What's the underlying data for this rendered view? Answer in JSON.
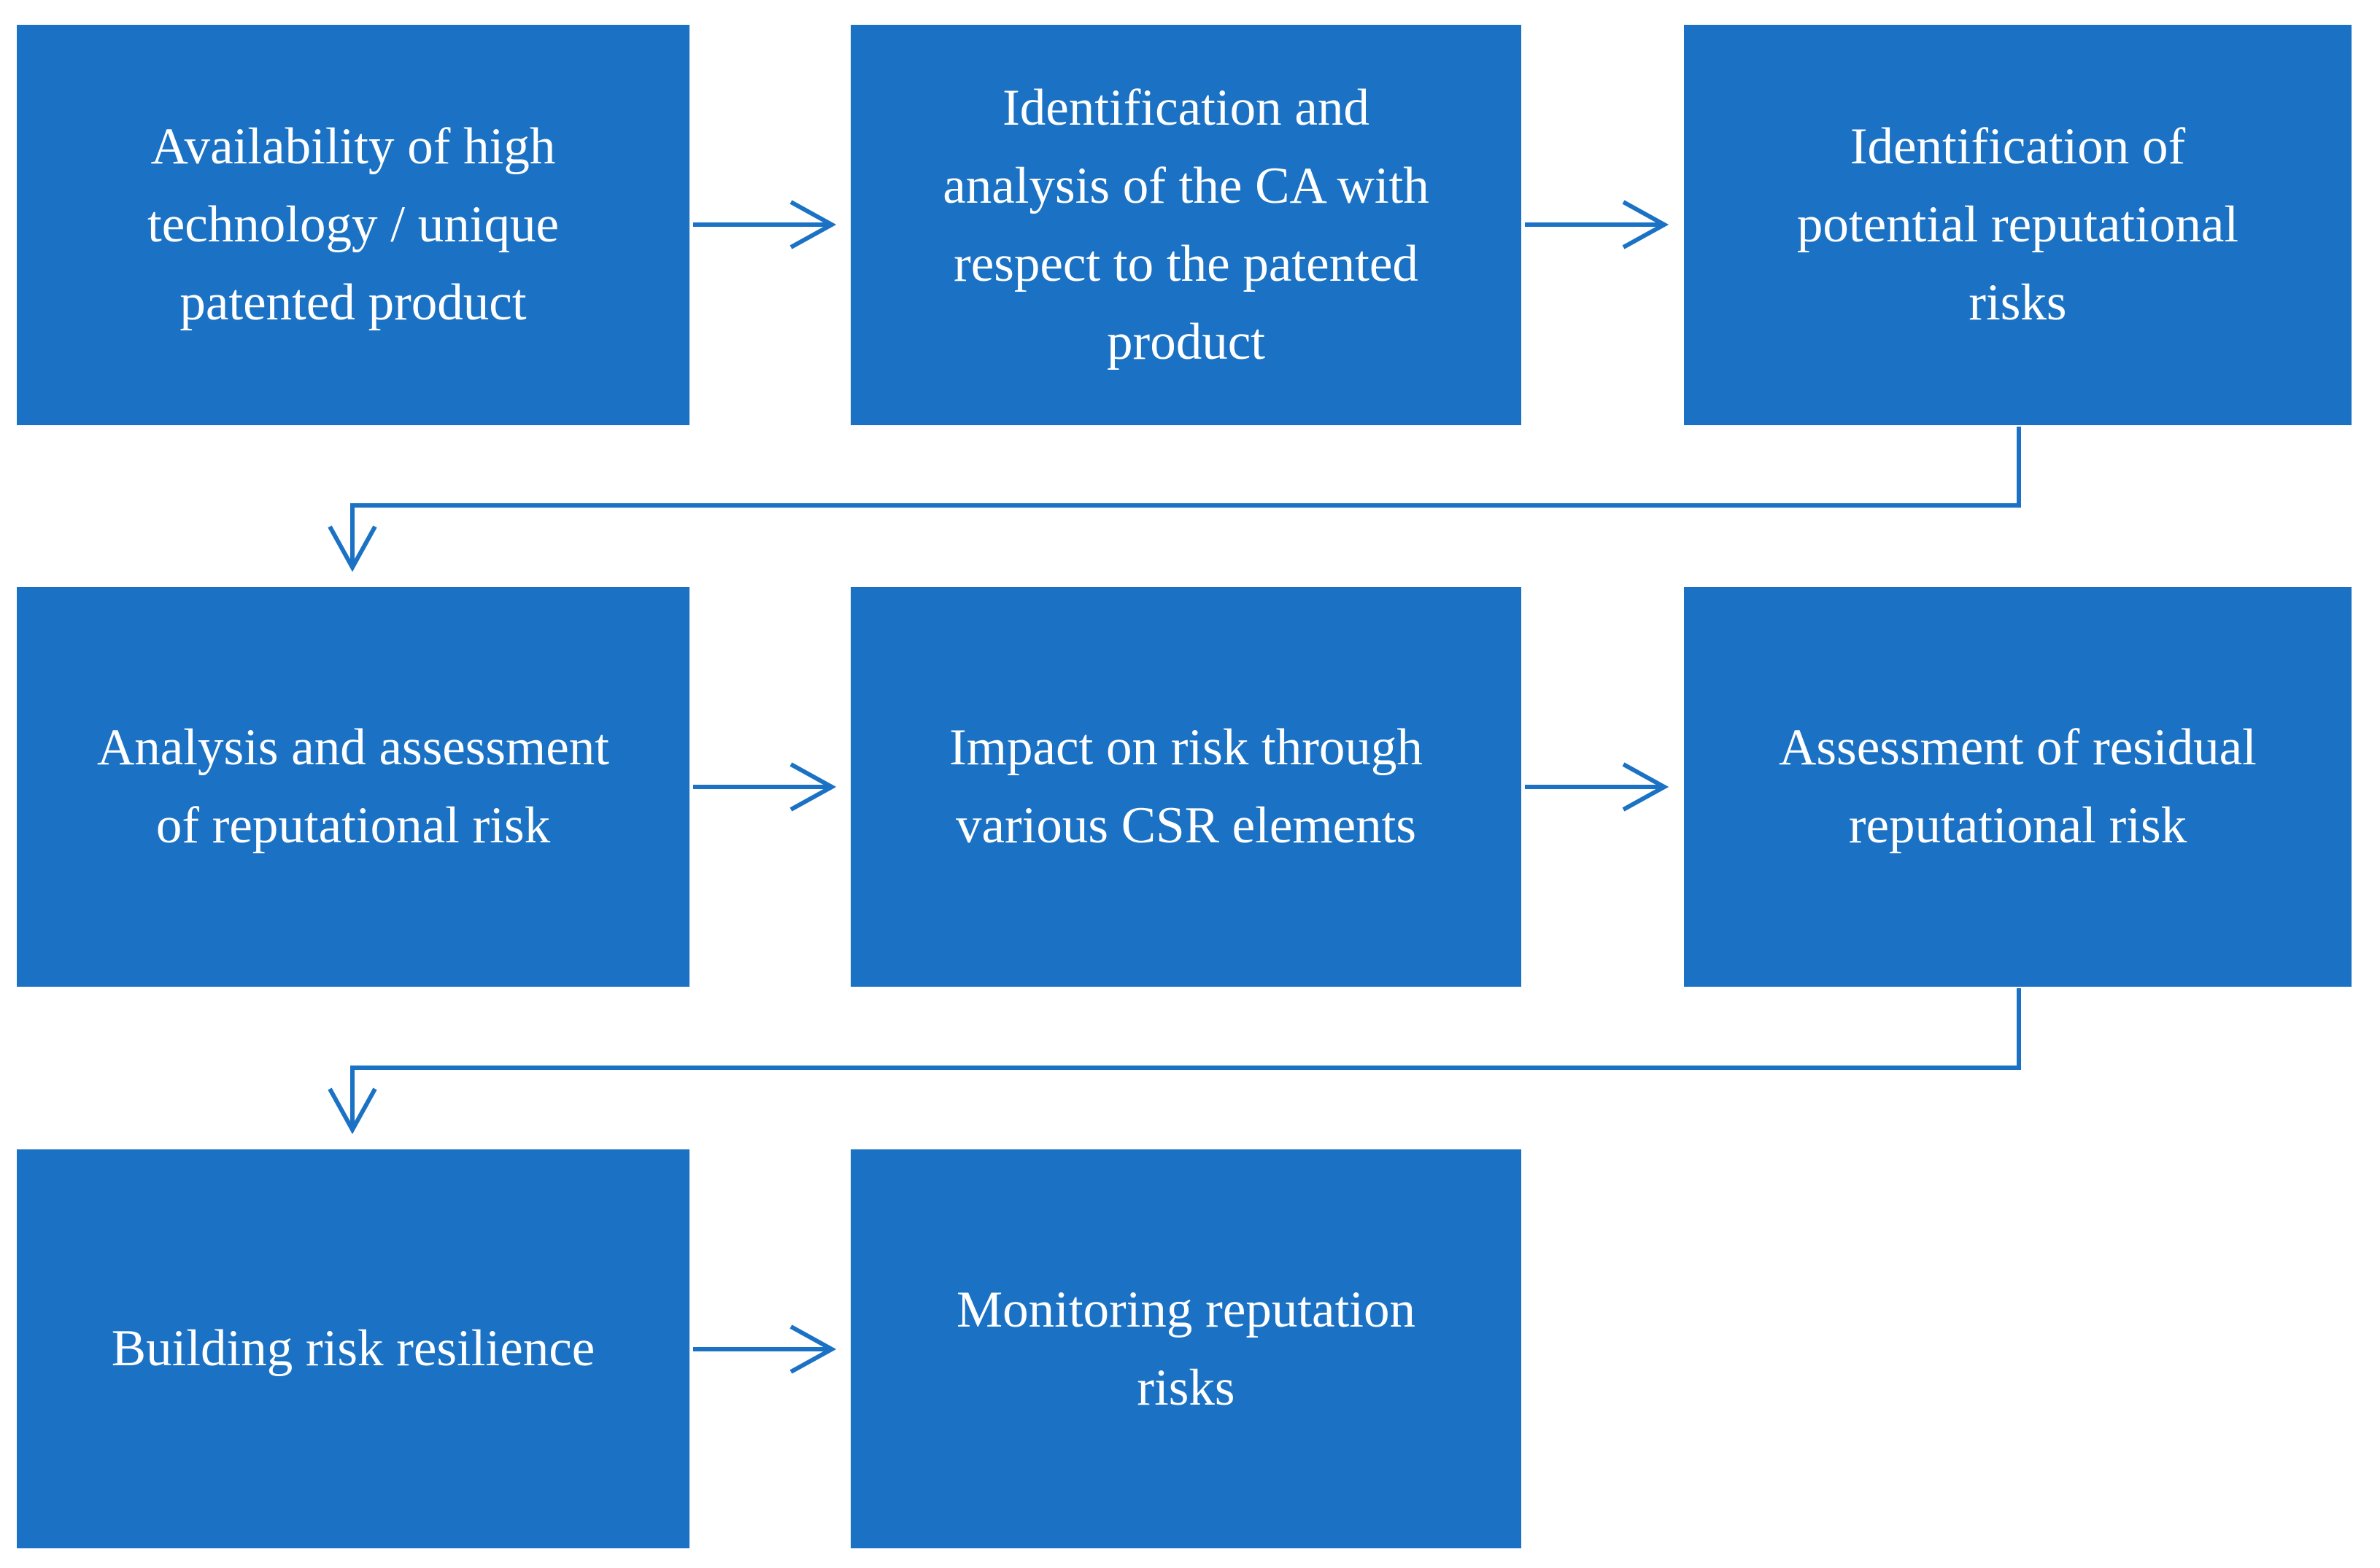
{
  "diagram": {
    "type": "flowchart",
    "background": "#ffffff"
  },
  "colors": {
    "box_fill": "#1B72C4",
    "connector": "#1B72C4",
    "text": "#ffffff"
  },
  "nodes": [
    {
      "id": "n1",
      "row": 1,
      "col": 1,
      "label": "Availability of high\ntechnology / unique\npatented product"
    },
    {
      "id": "n2",
      "row": 1,
      "col": 2,
      "label": "Identification and\nanalysis of the CA with\nrespect to the patented\nproduct"
    },
    {
      "id": "n3",
      "row": 1,
      "col": 3,
      "label": "Identification of\npotential reputational\nrisks"
    },
    {
      "id": "n4",
      "row": 2,
      "col": 1,
      "label": "Analysis and assessment\nof reputational risk"
    },
    {
      "id": "n5",
      "row": 2,
      "col": 2,
      "label": "Impact on risk through\nvarious CSR elements"
    },
    {
      "id": "n6",
      "row": 2,
      "col": 3,
      "label": "Assessment of residual\nreputational risk"
    },
    {
      "id": "n7",
      "row": 3,
      "col": 1,
      "label": "Building risk resilience"
    },
    {
      "id": "n8",
      "row": 3,
      "col": 2,
      "label": "Monitoring reputation\nrisks"
    }
  ],
  "connectors": [
    {
      "from": "n1",
      "to": "n2",
      "kind": "straight-arrow"
    },
    {
      "from": "n2",
      "to": "n3",
      "kind": "straight-arrow"
    },
    {
      "from": "n3",
      "to": "n4",
      "kind": "elbow-arrow"
    },
    {
      "from": "n4",
      "to": "n5",
      "kind": "straight-arrow"
    },
    {
      "from": "n5",
      "to": "n6",
      "kind": "straight-arrow"
    },
    {
      "from": "n6",
      "to": "n7",
      "kind": "elbow-arrow"
    },
    {
      "from": "n7",
      "to": "n8",
      "kind": "straight-arrow"
    }
  ]
}
